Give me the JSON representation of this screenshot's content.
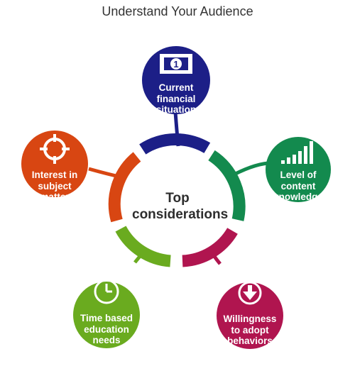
{
  "title": "Understand Your Audience",
  "center": {
    "line1": "Top",
    "line2": "considerations"
  },
  "nodes": [
    {
      "id": "financial",
      "lines": [
        "Current",
        "financial",
        "situation"
      ],
      "color": "#1c1f87",
      "icon": "banknote-icon"
    },
    {
      "id": "knowledge",
      "lines": [
        "Level of",
        "content",
        "knowledge"
      ],
      "color": "#138a4e",
      "icon": "bar-chart-icon"
    },
    {
      "id": "willingness",
      "lines": [
        "Willingness",
        "to adopt",
        "behaviors"
      ],
      "color": "#b0154f",
      "icon": "download-arrow-icon"
    },
    {
      "id": "time",
      "lines": [
        "Time based",
        "education",
        "needs"
      ],
      "color": "#6aab1f",
      "icon": "clock-icon"
    },
    {
      "id": "interest",
      "lines": [
        "Interest in",
        "subject",
        "matter"
      ],
      "color": "#d84612",
      "icon": "crosshair-icon"
    }
  ],
  "banknote_digit": "1"
}
